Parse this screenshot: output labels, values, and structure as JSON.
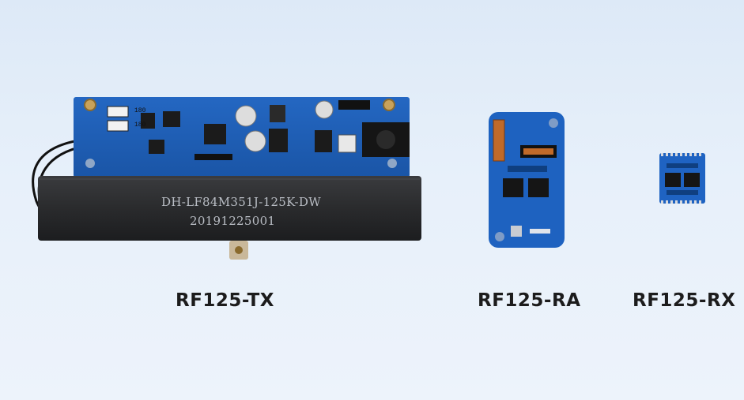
{
  "scene": {
    "background_top": "#dde9f7",
    "background_bottom": "#edf3fb",
    "pcb_color": "#1b5fb8",
    "antenna_color": "#2a2b2d"
  },
  "products": [
    {
      "label": "RF125-TX",
      "antenna_text_line1": "DH-LF84M351J-125K-DW",
      "antenna_text_line2": "20191225001",
      "chip_labels": [
        "180",
        "180"
      ]
    },
    {
      "label": "RF125-RA"
    },
    {
      "label": "RF125-RX"
    }
  ]
}
